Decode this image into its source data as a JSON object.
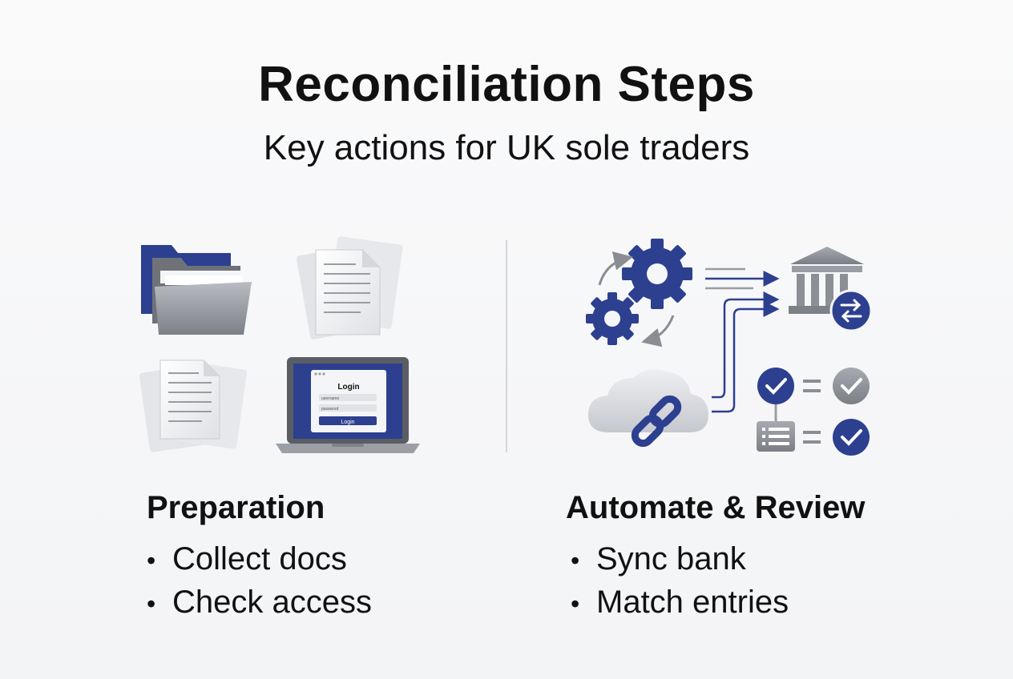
{
  "header": {
    "title": "Reconciliation Steps",
    "subtitle": "Key actions for UK sole traders"
  },
  "left_column": {
    "heading": "Preparation",
    "bullets": [
      "Collect docs",
      "Check access"
    ],
    "laptop": {
      "login_title": "Login",
      "username_field": "username",
      "password_field": "password",
      "login_button": "Login"
    }
  },
  "right_column": {
    "heading": "Automate & Review",
    "bullets": [
      "Sync bank",
      "Match entries"
    ]
  },
  "icons": [
    "folder-icon",
    "documents-icon",
    "documents-stack-icon",
    "laptop-icon",
    "gear-icon",
    "bank-icon",
    "exchange-icon",
    "cloud-icon",
    "link-icon",
    "checkmark-icon",
    "list-icon",
    "arrow-icon"
  ],
  "colors": {
    "navy": "#2d3f8f",
    "gray": "#8a8d93",
    "light_gray": "#d6d8dc",
    "text": "#111111",
    "background": "#f5f6f8"
  }
}
